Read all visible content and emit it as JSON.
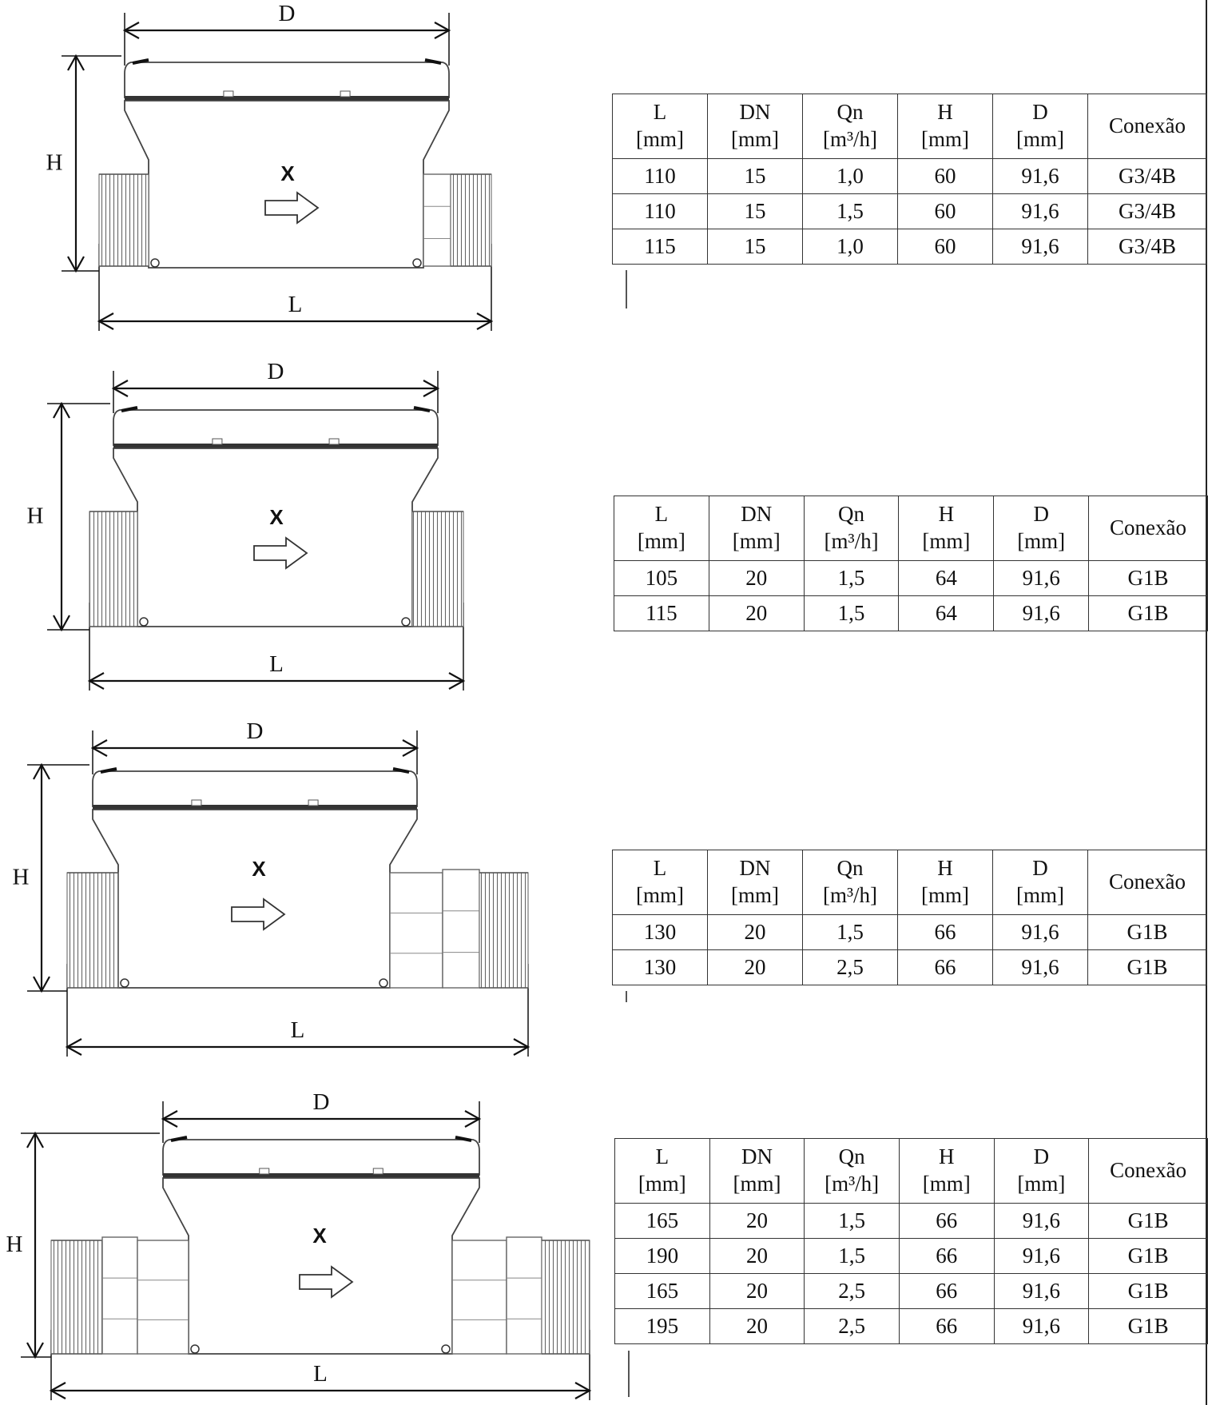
{
  "drawing": {
    "dim_D": "D",
    "dim_H": "H",
    "dim_L": "L",
    "flow_mark": "X"
  },
  "table_headers": [
    {
      "name": "L",
      "unit": "[mm]"
    },
    {
      "name": "DN",
      "unit": "[mm]"
    },
    {
      "name": "Qn",
      "unit": "[m³/h]"
    },
    {
      "name": "H",
      "unit": "[mm]"
    },
    {
      "name": "D",
      "unit": "[mm]"
    },
    {
      "name": "Conexão",
      "unit": ""
    }
  ],
  "tables": [
    {
      "rows": [
        [
          "110",
          "15",
          "1,0",
          "60",
          "91,6",
          "G3/4B"
        ],
        [
          "110",
          "15",
          "1,5",
          "60",
          "91,6",
          "G3/4B"
        ],
        [
          "115",
          "15",
          "1,0",
          "60",
          "91,6",
          "G3/4B"
        ]
      ]
    },
    {
      "rows": [
        [
          "105",
          "20",
          "1,5",
          "64",
          "91,6",
          "G1B"
        ],
        [
          "115",
          "20",
          "1,5",
          "64",
          "91,6",
          "G1B"
        ]
      ]
    },
    {
      "rows": [
        [
          "130",
          "20",
          "1,5",
          "66",
          "91,6",
          "G1B"
        ],
        [
          "130",
          "20",
          "2,5",
          "66",
          "91,6",
          "G1B"
        ]
      ]
    },
    {
      "rows": [
        [
          "165",
          "20",
          "1,5",
          "66",
          "91,6",
          "G1B"
        ],
        [
          "190",
          "20",
          "1,5",
          "66",
          "91,6",
          "G1B"
        ],
        [
          "165",
          "20",
          "2,5",
          "66",
          "91,6",
          "G1B"
        ],
        [
          "195",
          "20",
          "2,5",
          "66",
          "91,6",
          "G1B"
        ]
      ]
    }
  ]
}
